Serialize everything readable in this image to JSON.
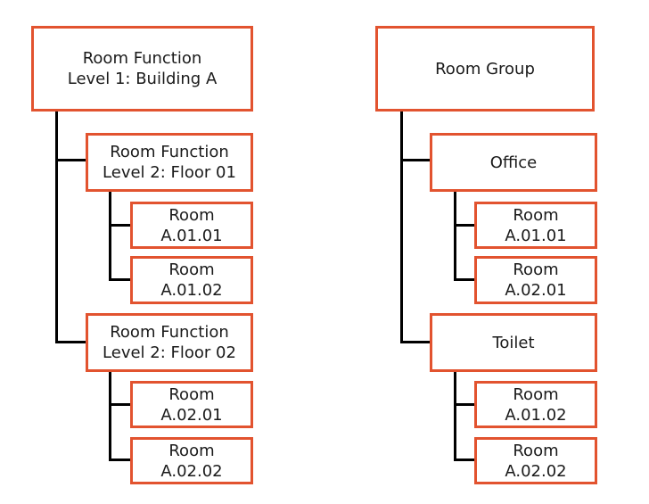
{
  "colors": {
    "node_border": "#e2532f",
    "connector": "#000000",
    "text": "#1a1a1a",
    "background": "#ffffff"
  },
  "trees": {
    "left": {
      "root": {
        "line1": "Room Function",
        "line2": "Level 1: Building A"
      },
      "groups": [
        {
          "parent": {
            "line1": "Room Function",
            "line2": "Level 2: Floor 01"
          },
          "rooms": [
            {
              "line1": "Room",
              "line2": "A.01.01"
            },
            {
              "line1": "Room",
              "line2": "A.01.02"
            }
          ]
        },
        {
          "parent": {
            "line1": "Room Function",
            "line2": "Level 2: Floor 02"
          },
          "rooms": [
            {
              "line1": "Room",
              "line2": "A.02.01"
            },
            {
              "line1": "Room",
              "line2": "A.02.02"
            }
          ]
        }
      ]
    },
    "right": {
      "root": {
        "line1": "Room Group",
        "line2": ""
      },
      "groups": [
        {
          "parent": {
            "line1": "Office",
            "line2": ""
          },
          "rooms": [
            {
              "line1": "Room",
              "line2": "A.01.01"
            },
            {
              "line1": "Room",
              "line2": "A.02.01"
            }
          ]
        },
        {
          "parent": {
            "line1": "Toilet",
            "line2": ""
          },
          "rooms": [
            {
              "line1": "Room",
              "line2": "A.01.02"
            },
            {
              "line1": "Room",
              "line2": "A.02.02"
            }
          ]
        }
      ]
    }
  }
}
